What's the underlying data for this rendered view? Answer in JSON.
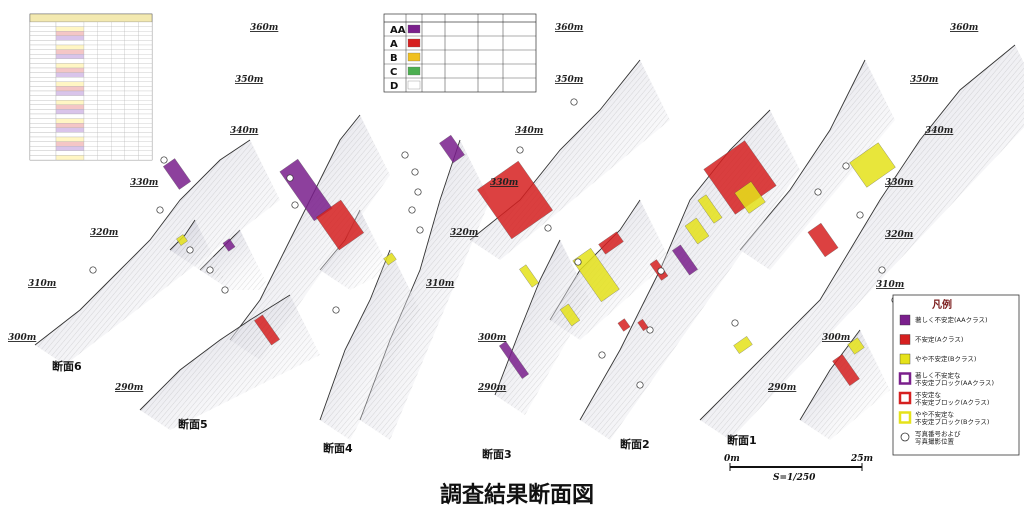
{
  "title": "調査結果断面図",
  "elevation_labels": [
    "360m",
    "350m",
    "340m",
    "330m",
    "320m",
    "310m",
    "300m",
    "290m"
  ],
  "sections": [
    "断面1",
    "断面2",
    "断面3",
    "断面4",
    "断面5",
    "断面6"
  ],
  "scale": {
    "left": "0m",
    "right": "25m",
    "label": "S=1/250"
  },
  "class_table": {
    "classes": [
      "AA",
      "A",
      "B",
      "C",
      "D"
    ]
  },
  "legend": {
    "title": "凡例",
    "items": [
      {
        "label": "著しく不安定(AAクラス)",
        "color": "#7a1f8c",
        "kind": "solid"
      },
      {
        "label": "不安定(Aクラス)",
        "color": "#d62020",
        "kind": "solid"
      },
      {
        "label": "やや不安定(Bクラス)",
        "color": "#e5e21a",
        "kind": "solid"
      },
      {
        "label": "著しく不安定な\n不安定ブロック(AAクラス)",
        "color": "#7a1f8c",
        "kind": "ring"
      },
      {
        "label": "不安定な\n不安定ブロック(Aクラス)",
        "color": "#d62020",
        "kind": "ring"
      },
      {
        "label": "やや不安定な\n不安定ブロック(Bクラス)",
        "color": "#e5e21a",
        "kind": "ring"
      },
      {
        "label": "写真番号および\n写真撮影位置",
        "color": "#333333",
        "kind": "photo"
      }
    ]
  },
  "colors": {
    "AA": "#7a1f8c",
    "A": "#d62020",
    "B": "#e5e21a",
    "C": "#4caf50",
    "D": "#ffffff",
    "annot": "#1b8fe0"
  }
}
